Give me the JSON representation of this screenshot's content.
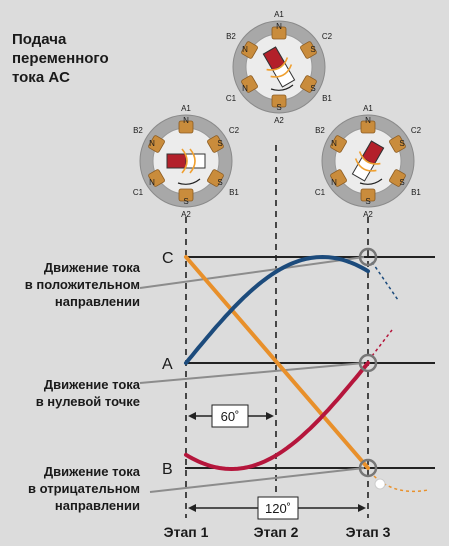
{
  "title": [
    "Подача",
    "переменного",
    "тока AC"
  ],
  "descriptions": {
    "positive": [
      "Движение тока",
      "в положительном",
      "направлении"
    ],
    "zero": [
      "Движение тока",
      "в нулевой точке"
    ],
    "negative": [
      "Движение тока",
      "в отрицательном",
      "направлении"
    ]
  },
  "phases": {
    "C": "C",
    "A": "A",
    "B": "B"
  },
  "angles": {
    "a60": "60˚",
    "a120": "120˚"
  },
  "stages": [
    "Этап 1",
    "Этап 2",
    "Этап 3"
  ],
  "motor_labels": {
    "A1": "A1",
    "A2": "A2",
    "B1": "B1",
    "B2": "B2",
    "C1": "C1",
    "C2": "C2",
    "N": "N",
    "S": "S"
  },
  "colors": {
    "phase_A": "#1c4b7c",
    "phase_B": "#b5163c",
    "phase_C": "#e8902b",
    "motor_ring": "#a8a8a8",
    "coil": "#c98c3c",
    "rotor": "#b3202a"
  }
}
